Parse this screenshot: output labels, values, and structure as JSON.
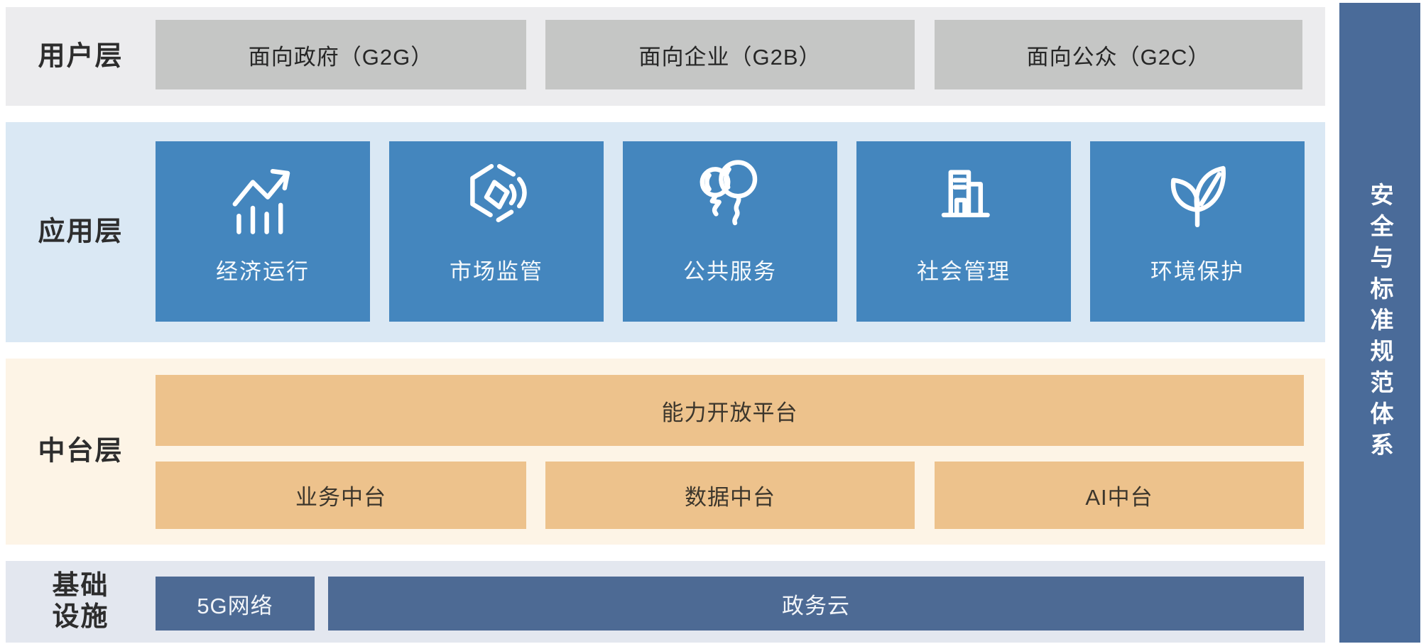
{
  "colors": {
    "row-user-bg": "#ECECEE",
    "user-box-bg": "#C5C6C5",
    "row-app-bg": "#DAE8F4",
    "app-tile-bg": "#4486BE",
    "row-mid-bg": "#FDF4E6",
    "mid-box-bg": "#EDC28C",
    "row-infra-bg": "#E3E7EF",
    "infra-box-bg": "#4D6A94",
    "sidebar-bg": "#4A6B99",
    "label-color": "#2D2D2D",
    "dark-text": "#262626",
    "mid-text": "#3C362C"
  },
  "layers": {
    "user": {
      "label": "用户层",
      "boxes": [
        {
          "label": "面向政府（G2G）"
        },
        {
          "label": "面向企业（G2B）"
        },
        {
          "label": "面向公众（G2C）"
        }
      ]
    },
    "app": {
      "label": "应用层",
      "tiles": [
        {
          "label": "经济运行",
          "icon": "trend-up-chart-icon"
        },
        {
          "label": "市场监管",
          "icon": "cube-hexagon-icon"
        },
        {
          "label": "公共服务",
          "icon": "balloons-icon"
        },
        {
          "label": "社会管理",
          "icon": "building-icon"
        },
        {
          "label": "环境保护",
          "icon": "leaf-sprout-icon"
        }
      ]
    },
    "mid": {
      "label": "中台层",
      "platform_label": "能力开放平台",
      "boxes": [
        {
          "label": "业务中台"
        },
        {
          "label": "数据中台"
        },
        {
          "label": "AI中台"
        }
      ]
    },
    "infra": {
      "label_line1": "基础",
      "label_line2": "设施",
      "boxes": [
        {
          "label": "5G网络"
        },
        {
          "label": "政务云"
        }
      ]
    }
  },
  "sidebar": {
    "label": "安全与标准规范体系"
  }
}
